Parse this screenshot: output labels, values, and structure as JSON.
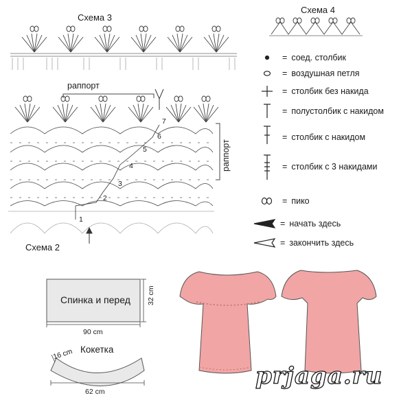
{
  "schemes": {
    "scheme3": "Схема 3",
    "scheme4": "Схема 4",
    "scheme2": "Схема 2",
    "repeat_h": "раппорт",
    "repeat_v": "раппорт",
    "row_numbers": [
      "1",
      "2",
      "3",
      "4",
      "5",
      "6",
      "7"
    ]
  },
  "legend": [
    {
      "icon": "dot-icon",
      "label": "соед. столбик"
    },
    {
      "icon": "oval-icon",
      "label": "воздушная петля"
    },
    {
      "icon": "plus-icon",
      "label": "столбик без накида"
    },
    {
      "icon": "half-double-icon",
      "label": "полустолбик с накидом"
    },
    {
      "icon": "double-crochet-icon",
      "label": "столбик с накидом"
    },
    {
      "icon": "triple-crochet-icon",
      "label": "столбик с 3 накидами"
    },
    {
      "icon": "picot-icon",
      "label": "пико"
    },
    {
      "icon": "arrow-solid-icon",
      "label": "начать здесь"
    },
    {
      "icon": "arrow-outline-icon",
      "label": "закончить здесь"
    }
  ],
  "pattern_pieces": {
    "body_label": "Спинка и перед",
    "body_height": "32 cm",
    "body_width": "90 cm",
    "yoke_label": "Кокетка",
    "yoke_depth": "16 cm",
    "yoke_width": "62 cm"
  },
  "colors": {
    "garment": "#f2a5a5",
    "garment_stroke": "#555555",
    "piece_fill": "#e9e9ea"
  },
  "watermark": "prjaga.ru"
}
